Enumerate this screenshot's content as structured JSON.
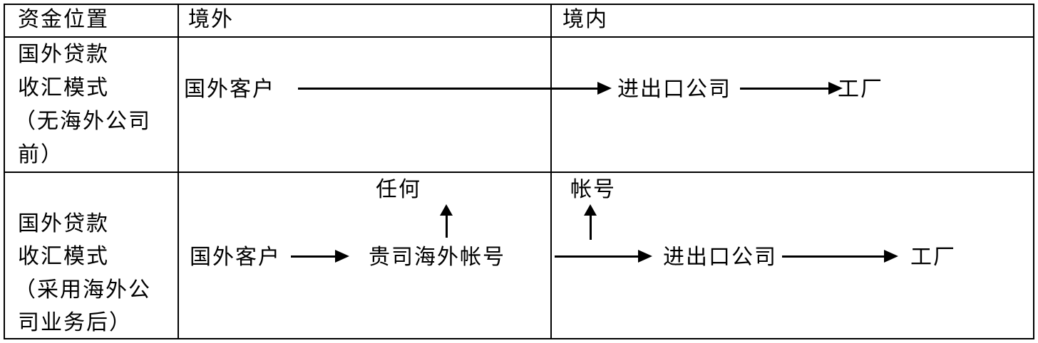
{
  "header": {
    "fund_position": "资金位置",
    "overseas": "境外",
    "domestic": "境内"
  },
  "row1": {
    "label_lines": [
      "国外贷款",
      "收汇模式",
      "（无海外公司",
      "前）"
    ],
    "foreign_customer": "国外客户",
    "import_export_company": "进出口公司",
    "factory": "工厂"
  },
  "row2": {
    "label_lines": [
      "国外贷款",
      "收汇模式",
      "（采用海外公",
      "司业务后）"
    ],
    "foreign_customer": "国外客户",
    "overseas_account": "贵司海外帐号",
    "any_label": "任何",
    "account_label": "帐号",
    "import_export_company": "进出口公司",
    "factory": "工厂"
  }
}
